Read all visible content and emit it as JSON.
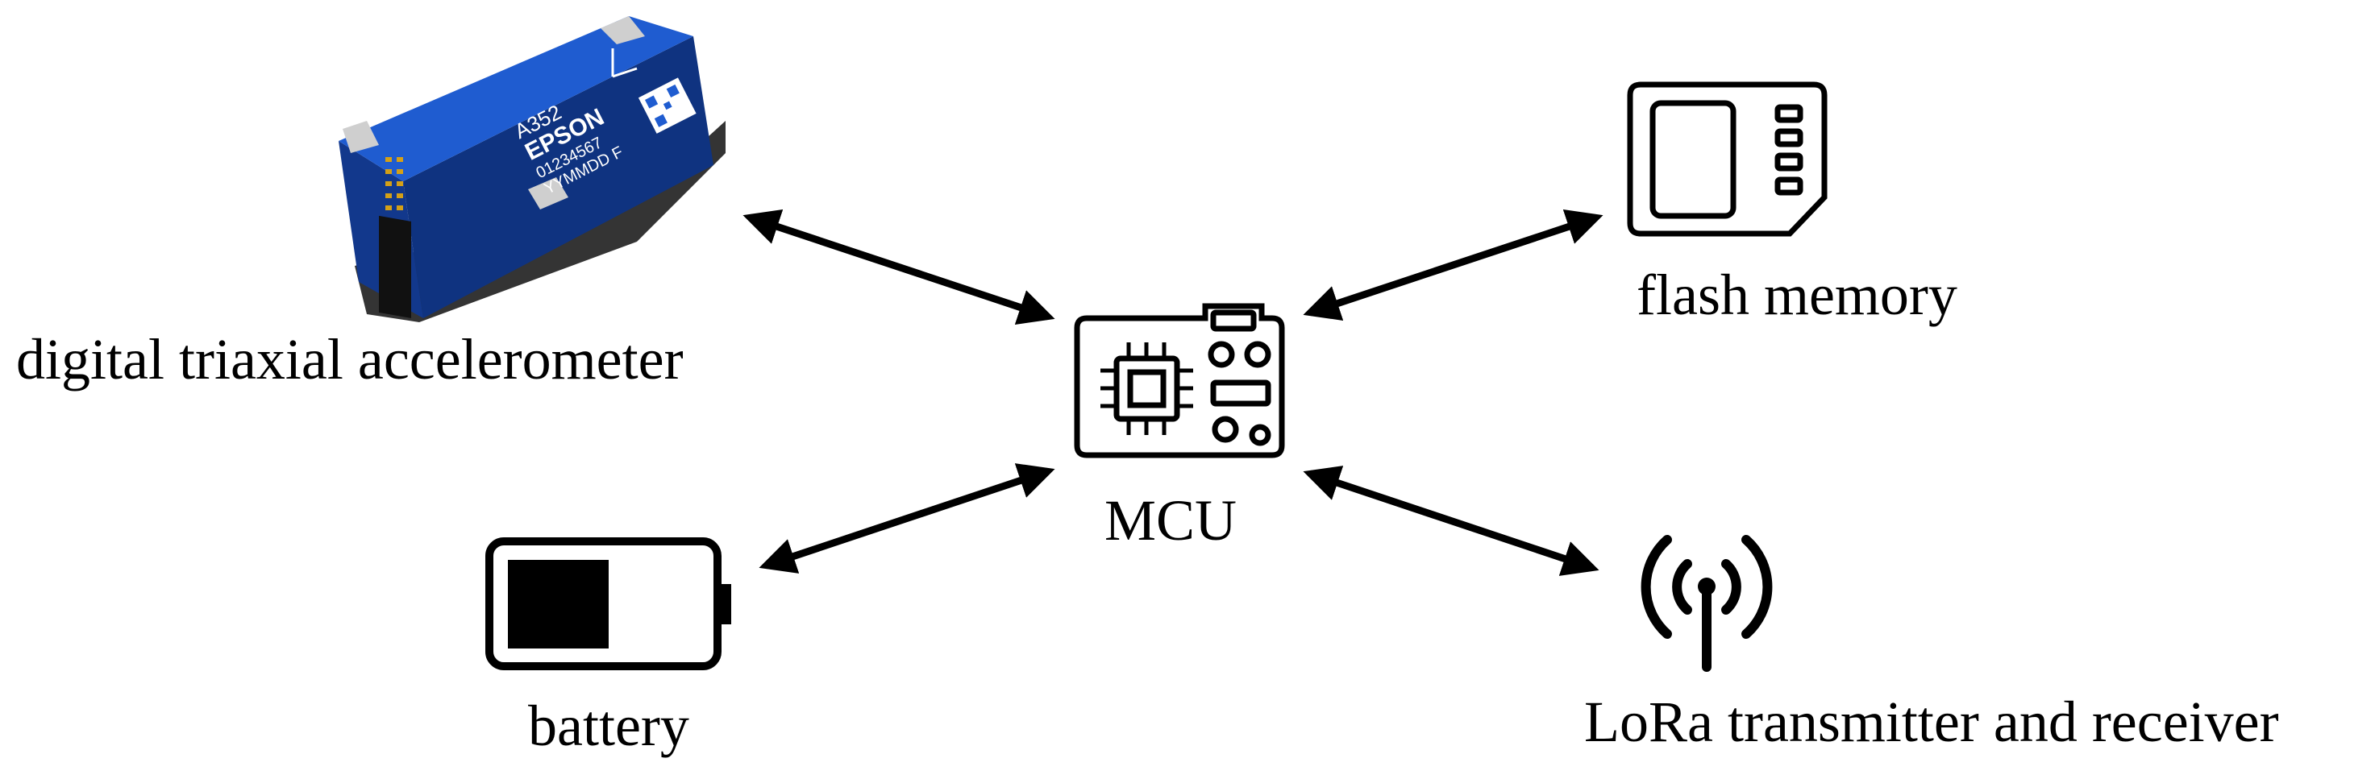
{
  "nodes": {
    "accelerometer": {
      "label": "digital triaxial accelerometer",
      "device_text": [
        "A352",
        "EPSON",
        "01234567",
        "YYMMDD F"
      ],
      "icon": "accelerometer-sensor-image"
    },
    "flash": {
      "label": "flash memory",
      "icon": "sd-card-icon"
    },
    "mcu": {
      "label": "MCU",
      "icon": "circuit-board-icon"
    },
    "battery": {
      "label": "battery",
      "icon": "battery-icon"
    },
    "lora": {
      "label": "LoRa transmitter and receiver",
      "icon": "antenna-icon"
    }
  },
  "connections": [
    {
      "from": "mcu",
      "to": "accelerometer",
      "direction": "bidirectional"
    },
    {
      "from": "mcu",
      "to": "flash",
      "direction": "bidirectional"
    },
    {
      "from": "mcu",
      "to": "battery",
      "direction": "bidirectional"
    },
    {
      "from": "mcu",
      "to": "lora",
      "direction": "bidirectional"
    }
  ],
  "colors": {
    "line": "#000000",
    "sensor_body": "#1a4fb5",
    "sensor_dark": "#0f3380",
    "background": "#ffffff"
  }
}
